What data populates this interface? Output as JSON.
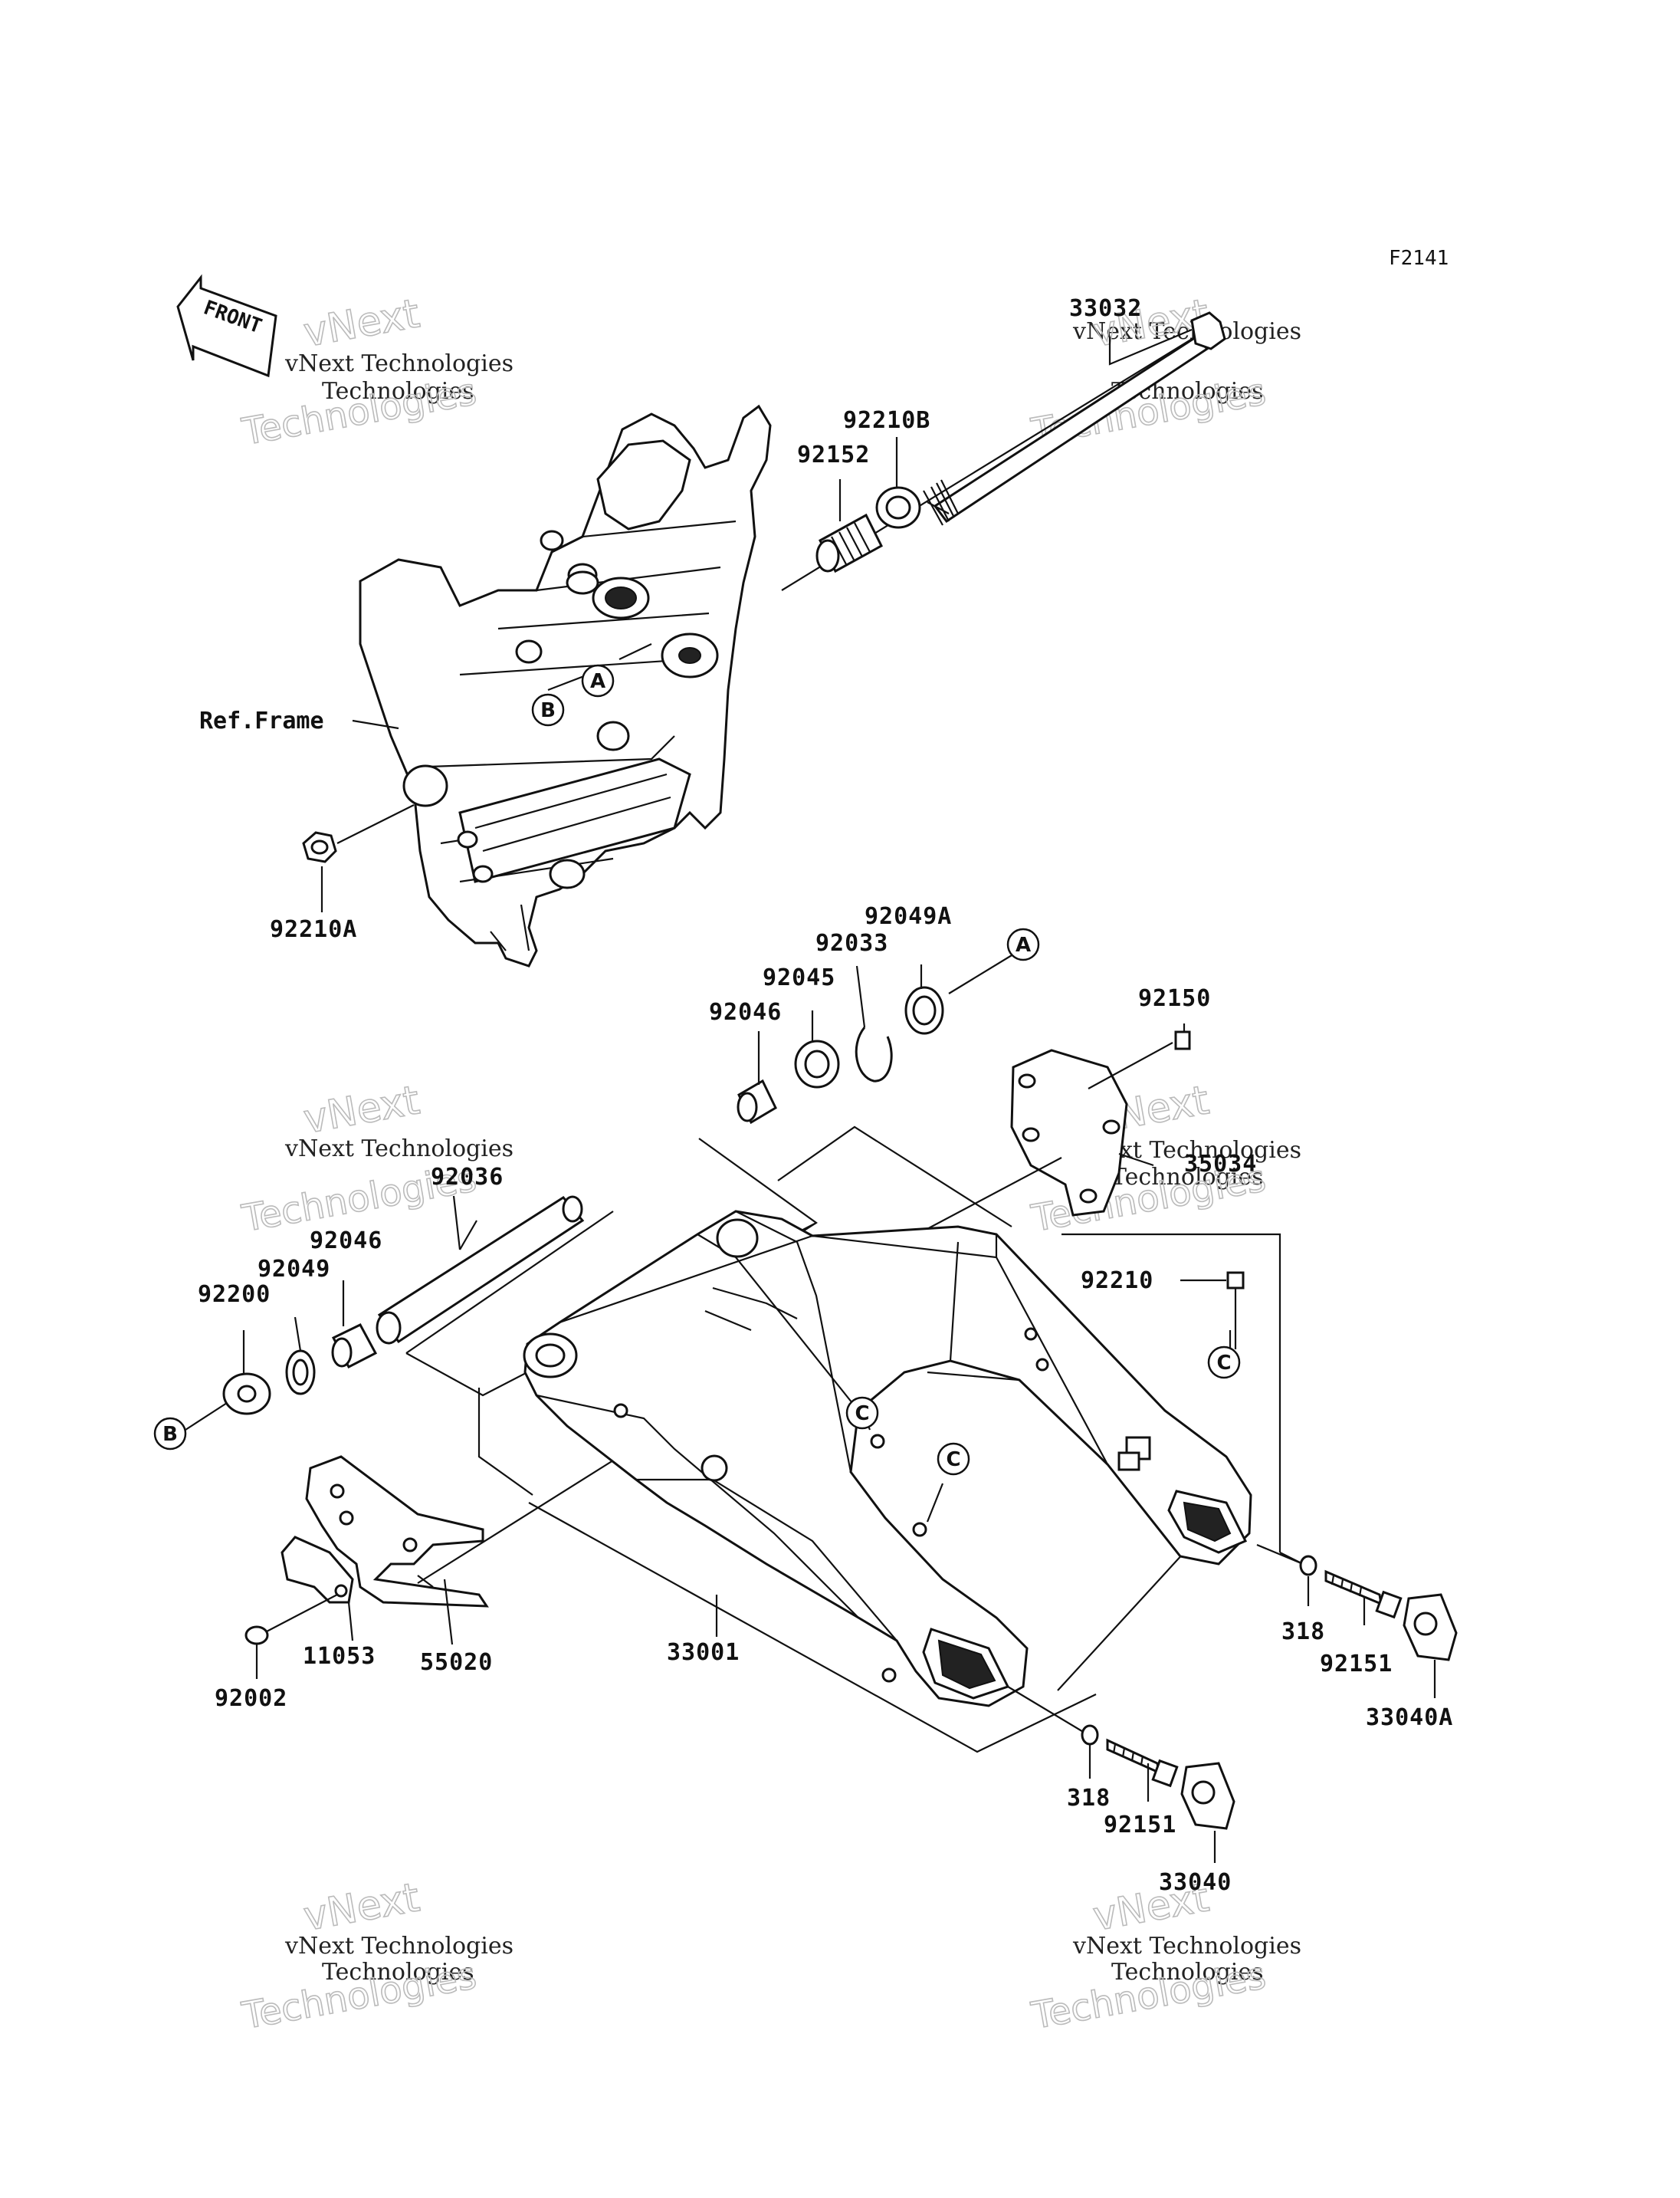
{
  "diagram": {
    "code": "F2141",
    "front_label": "FRONT",
    "ref_frame": "Ref.Frame",
    "watermark": {
      "line1": "vNext Technologies",
      "line2": "vNext",
      "line3": "Technologies"
    },
    "parts": {
      "p33032": "33032",
      "p92210B": "92210B",
      "p92152": "92152",
      "p92210A": "92210A",
      "p92049A": "92049A",
      "p92033": "92033",
      "p92045": "92045",
      "p92046_top": "92046",
      "p92150": "92150",
      "p35034": "35034",
      "p92036": "92036",
      "p92046_left": "92046",
      "p92049": "92049",
      "p92200": "92200",
      "p92210": "92210",
      "p318_right": "318",
      "p92151_right": "92151",
      "p33040A": "33040A",
      "p11053": "11053",
      "p55020": "55020",
      "p92002": "92002",
      "p33001": "33001",
      "p318_bottom": "318",
      "p92151_bottom": "92151",
      "p33040": "33040"
    },
    "callouts": {
      "A": "A",
      "B": "B",
      "C": "C"
    }
  }
}
